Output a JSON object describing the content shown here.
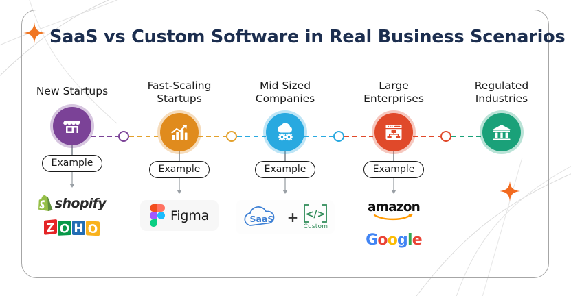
{
  "page": {
    "title": "SaaS vs Custom Software in Real Business Scenarios",
    "background": "#ffffff",
    "card_border": "#a6a6a6",
    "title_color": "#1c2e4f",
    "sparkle_color": "#f07522"
  },
  "columns": [
    {
      "id": "new-startups",
      "heading": "New Startups",
      "icon": "storefront-icon",
      "color": "#7b4397",
      "node_color": "#7b4397",
      "example_label": "Example",
      "logos": [
        {
          "name": "shopify-logo",
          "text": "shopify",
          "color": "#2b2b2b",
          "mark_color": "#95bf47"
        },
        {
          "name": "zoho-logo",
          "text": "ZOHO",
          "letters": [
            "Z",
            "O",
            "H",
            "O"
          ],
          "letter_colors": [
            "#e42527",
            "#089949",
            "#226db4",
            "#f9b21d"
          ]
        }
      ]
    },
    {
      "id": "fast-scaling-startups",
      "heading": "Fast-Scaling\nStartups",
      "icon": "growth-chart-icon",
      "color": "#e08b1e",
      "node_color": "#e3a12c",
      "example_label": "Example",
      "logos": [
        {
          "name": "figma-logo",
          "text": "Figma",
          "color": "#1a1a1a",
          "mark_colors": [
            "#f24e1e",
            "#ff7262",
            "#a259ff",
            "#1abcfe",
            "#0acf83"
          ]
        }
      ]
    },
    {
      "id": "mid-sized-companies",
      "heading": "Mid Sized\nCompanies",
      "icon": "cloud-gears-icon",
      "color": "#29a9e0",
      "node_color": "#f0a500",
      "example_label": "Example",
      "logos": [
        {
          "name": "saas-cloud-logo",
          "text": "SaaS",
          "color": "#3c7fd4"
        },
        {
          "name": "plus-sign",
          "text": "+",
          "color": "#333333"
        },
        {
          "name": "custom-code-logo",
          "text": "</>",
          "label": "Custom",
          "color": "#2e8b57"
        }
      ]
    },
    {
      "id": "large-enterprises",
      "heading": "Large\nEnterprises",
      "icon": "enterprise-network-icon",
      "color": "#e0492a",
      "node_color": "#29a9e0",
      "example_label": "Example",
      "logos": [
        {
          "name": "amazon-logo",
          "text": "amazon",
          "color": "#111111",
          "mark_color": "#ff9900"
        },
        {
          "name": "google-logo",
          "text": "Google",
          "letters": [
            "G",
            "o",
            "o",
            "g",
            "l",
            "e"
          ],
          "letter_colors": [
            "#4285f4",
            "#ea4335",
            "#fbbc05",
            "#4285f4",
            "#34a853",
            "#ea4335"
          ]
        }
      ]
    },
    {
      "id": "regulated-industries",
      "heading": "Regulated\nIndustries",
      "icon": "bank-building-icon",
      "color": "#1aa179",
      "node_color": "#e0492a",
      "example_label": "",
      "logos": []
    }
  ],
  "timeline": {
    "style": "dashed",
    "node_shape": "hollow-circle",
    "segment_colors": [
      "#7b4397",
      "#e3a12c",
      "#29a9e0",
      "#e0492a",
      "#1aa179"
    ]
  }
}
